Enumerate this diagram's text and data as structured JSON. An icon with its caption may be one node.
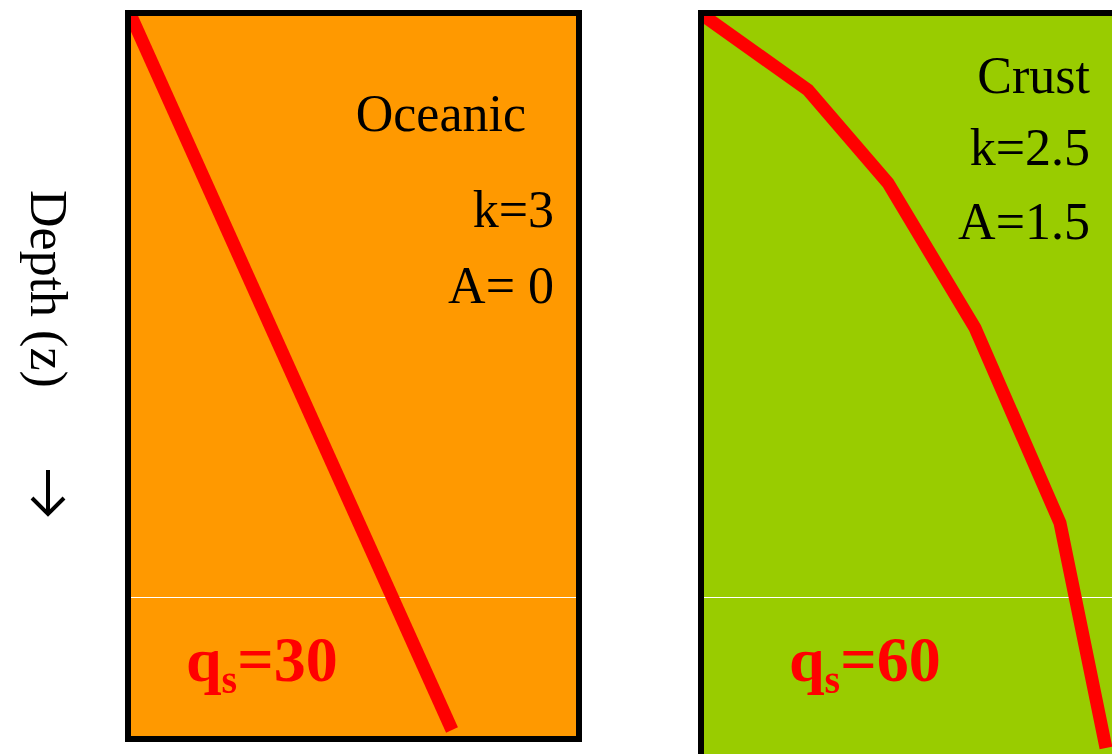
{
  "diagram": {
    "nodes": [
      {
        "text": [
          "Oceanic",
          "k=3",
          "A= 0",
          "q$_{s}$=30"
        ]
      },
      {
        "text": [
          "Crust",
          "k=2.5",
          "A=1.5",
          "q$_{s}$=60"
        ]
      }
    ],
    "labels": [
      "Depth (z)"
    ]
  }
}
